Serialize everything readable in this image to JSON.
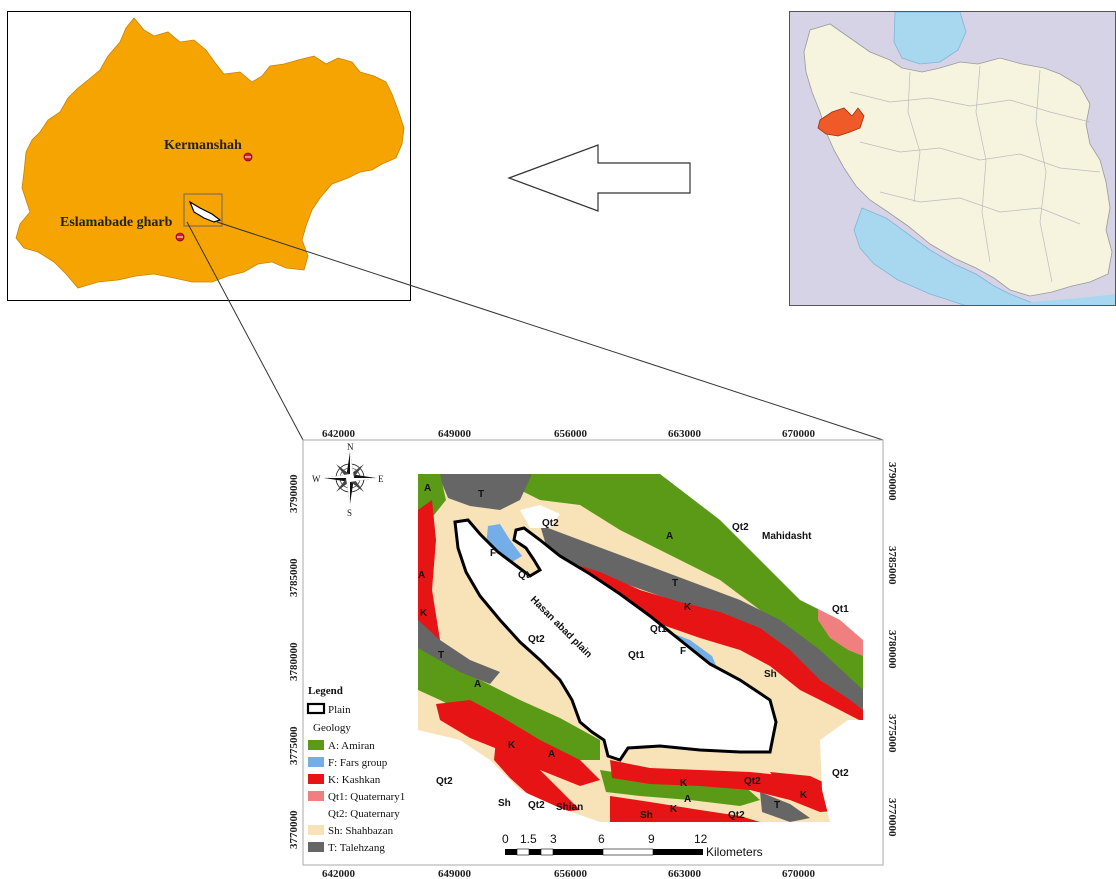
{
  "province_map": {
    "cities": [
      {
        "name": "Kermanshah"
      },
      {
        "name": "Eslamabade gharb"
      }
    ],
    "colors": {
      "province": "#f5a402",
      "city_marker": "#cc2222"
    }
  },
  "iran_map": {
    "colors": {
      "land": "#f6f4df",
      "water": "#a8d8f0",
      "neighbors": "#d6d3e6",
      "highlight": "#f05a28"
    }
  },
  "geology_map": {
    "x_ticks": [
      "642000",
      "649000",
      "656000",
      "663000",
      "670000"
    ],
    "y_ticks": [
      "3790000",
      "3785000",
      "3780000",
      "3775000",
      "3770000"
    ],
    "compass": {
      "n": "N",
      "s": "S",
      "e": "E",
      "w": "W"
    },
    "place_labels": [
      "Mahidasht",
      "Hasan abad plain",
      "Shian"
    ],
    "unit_labels": {
      "A": "A",
      "T": "T",
      "F": "F",
      "K": "K",
      "Qt1": "Qt1",
      "Qt2": "Qt2",
      "Sh": "Sh",
      "Qt": "Qt"
    },
    "legend": {
      "title": "Legend",
      "plain": "Plain",
      "geology": "Geology",
      "items": [
        {
          "label": "A: Amiran",
          "color": "#5a9a16"
        },
        {
          "label": "F: Fars group",
          "color": "#74aee8"
        },
        {
          "label": "K: Kashkan",
          "color": "#e61414"
        },
        {
          "label": "Qt1: Quaternary1",
          "color": "#f08080"
        },
        {
          "label": "Qt2: Quaternary",
          "color": "#ffffff"
        },
        {
          "label": "Sh: Shahbazan",
          "color": "#f8e2b8"
        },
        {
          "label": "T: Talehzang",
          "color": "#666666"
        }
      ]
    },
    "scale_bar": {
      "labels": [
        "0",
        "1.5",
        "3",
        "6",
        "9",
        "12"
      ],
      "unit": "Kilometers"
    }
  }
}
